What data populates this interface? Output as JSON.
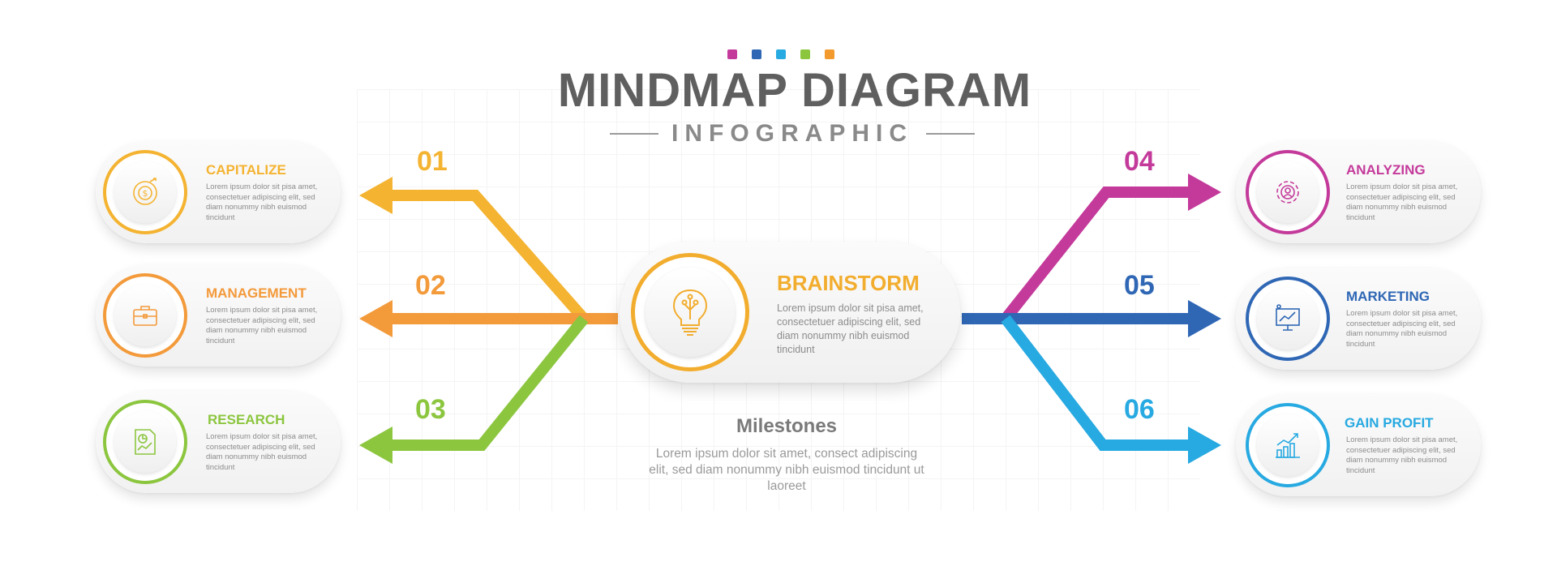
{
  "dot_colors": [
    "#c43a9b",
    "#2f67b5",
    "#27a9e1",
    "#8cc63f",
    "#f39a2e"
  ],
  "header": {
    "title": "MINDMAP DIAGRAM",
    "subtitle": "INFOGRAPHIC"
  },
  "center": {
    "title": "BRAINSTORM",
    "body": "Lorem ipsum dolor sit pisa amet, consectetuer adipiscing elit, sed diam nonummy nibh euismod tincidunt",
    "color": "#f2ad2e",
    "icon": "lightbulb-icon"
  },
  "milestones": {
    "title": "Milestones",
    "body": "Lorem ipsum dolor sit amet, consect adipiscing elit, sed diam nonummy nibh euismod tincidunt ut laoreet"
  },
  "branches": [
    {
      "number": "01",
      "title": "CAPITALIZE",
      "color": "#f4b331",
      "icon": "money-chart-icon",
      "body": "Lorem ipsum dolor sit pisa amet, consectetuer adipiscing elit, sed diam nonummy nibh euismod tincidunt"
    },
    {
      "number": "02",
      "title": "MANAGEMENT",
      "color": "#f39a3b",
      "icon": "briefcase-icon",
      "body": "Lorem ipsum dolor sit pisa amet, consectetuer adipiscing elit, sed diam nonummy nibh euismod tincidunt"
    },
    {
      "number": "03",
      "title": "RESEARCH",
      "color": "#8cc63f",
      "icon": "report-chart-icon",
      "body": "Lorem ipsum dolor sit pisa amet, consectetuer adipiscing elit, sed diam nonummy nibh euismod tincidunt"
    },
    {
      "number": "04",
      "title": "ANALYZING",
      "color": "#c43a9b",
      "icon": "gear-person-icon",
      "body": "Lorem ipsum dolor sit pisa amet, consectetuer adipiscing elit, sed diam nonummy nibh euismod tincidunt"
    },
    {
      "number": "05",
      "title": "MARKETING",
      "color": "#2f67b5",
      "icon": "presentation-icon",
      "body": "Lorem ipsum dolor sit pisa amet, consectetuer adipiscing elit, sed diam nonummy nibh euismod tincidunt"
    },
    {
      "number": "06",
      "title": "GAIN PROFIT",
      "color": "#27a9e1",
      "icon": "growth-chart-icon",
      "body": "Lorem ipsum dolor sit pisa amet, consectetuer adipiscing elit, sed diam nonummy nibh euismod tincidunt"
    }
  ]
}
